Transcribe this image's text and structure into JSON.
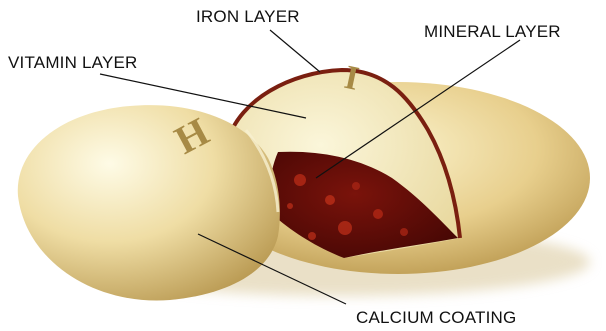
{
  "labels": {
    "iron": "IRON LAYER",
    "mineral": "MINERAL LAYER",
    "vitamin": "VITAMIN LAYER",
    "calcium": "CALCIUM COATING"
  },
  "embossed_letters": {
    "left": "H",
    "right": "I"
  },
  "colors": {
    "tablet_light": "#fbf3c8",
    "tablet_mid": "#e3c883",
    "tablet_dark": "#b08f45",
    "iron_ring": "#7a1f10",
    "mineral_core": "#5e0a06",
    "mineral_speckle": "#c0301a",
    "cut_face": "#f7efc9"
  }
}
